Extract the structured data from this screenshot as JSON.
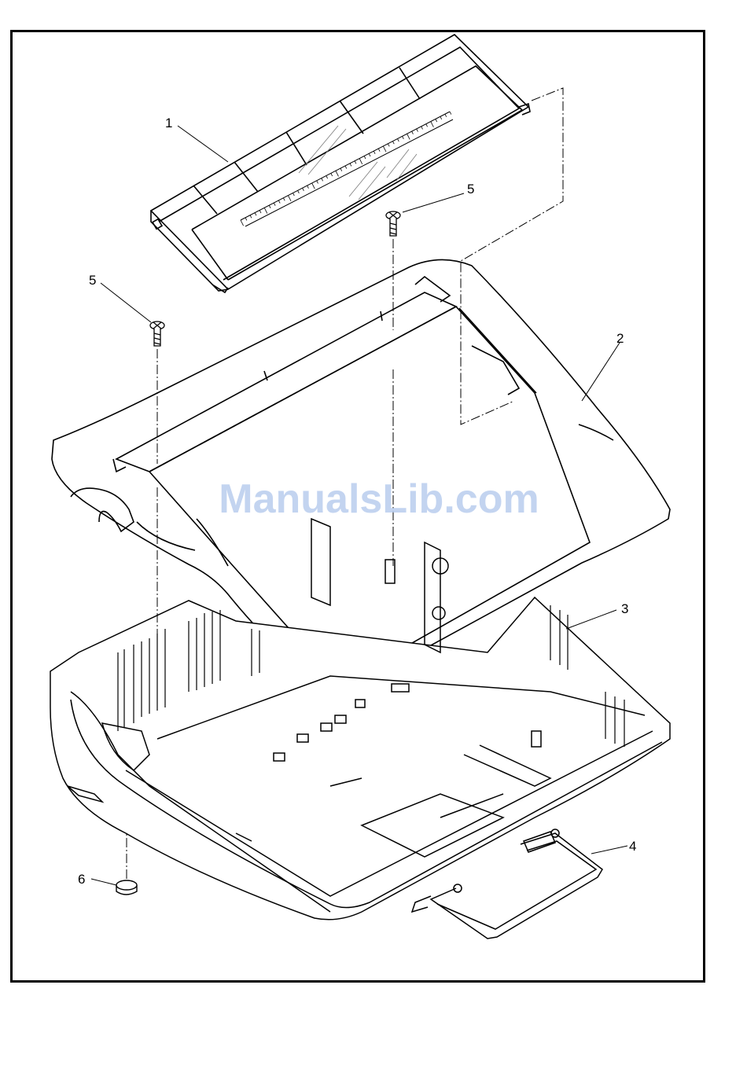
{
  "diagram": {
    "callouts": {
      "c1": "1",
      "c2": "2",
      "c3": "3",
      "c4": "4",
      "c5a": "5",
      "c5b": "5",
      "c6": "6"
    },
    "watermark": "ManualsLib.com",
    "colors": {
      "line": "#000000",
      "watermark": "#b9cdee",
      "glass": "#7a7a7a"
    }
  }
}
